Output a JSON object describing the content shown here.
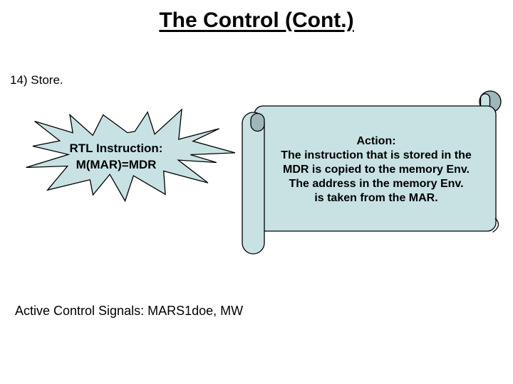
{
  "slide": {
    "title": "The Control (Cont.)",
    "step_label": "14) Store.",
    "starburst": {
      "lines": [
        "RTL Instruction:",
        "M(MAR)=MDR"
      ]
    },
    "scroll": {
      "lines": [
        "Action:",
        "The instruction that is stored in the",
        "MDR is copied to the memory Env.",
        "The address in the memory Env.",
        "is taken from the MAR."
      ]
    },
    "footer": "Active Control Signals: MARS1doe, MW",
    "colors": {
      "shape_fill": "#c8e2e4",
      "shape_roll_dark": "#9fb6ba",
      "shape_stroke": "#000000",
      "text": "#000000",
      "background": "#ffffff"
    }
  }
}
